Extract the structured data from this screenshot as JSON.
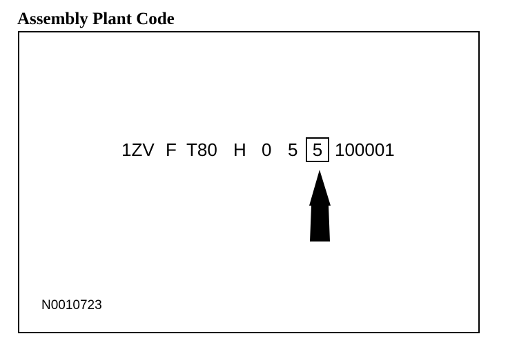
{
  "title": "Assembly Plant Code",
  "vin": {
    "prefix": "1ZV",
    "segments": [
      "F",
      "T80",
      "H",
      "0",
      "5"
    ],
    "plant_code": "5",
    "serial": "100001"
  },
  "figure_id": "N0010723",
  "arrow_icon": "up-arrow-icon"
}
